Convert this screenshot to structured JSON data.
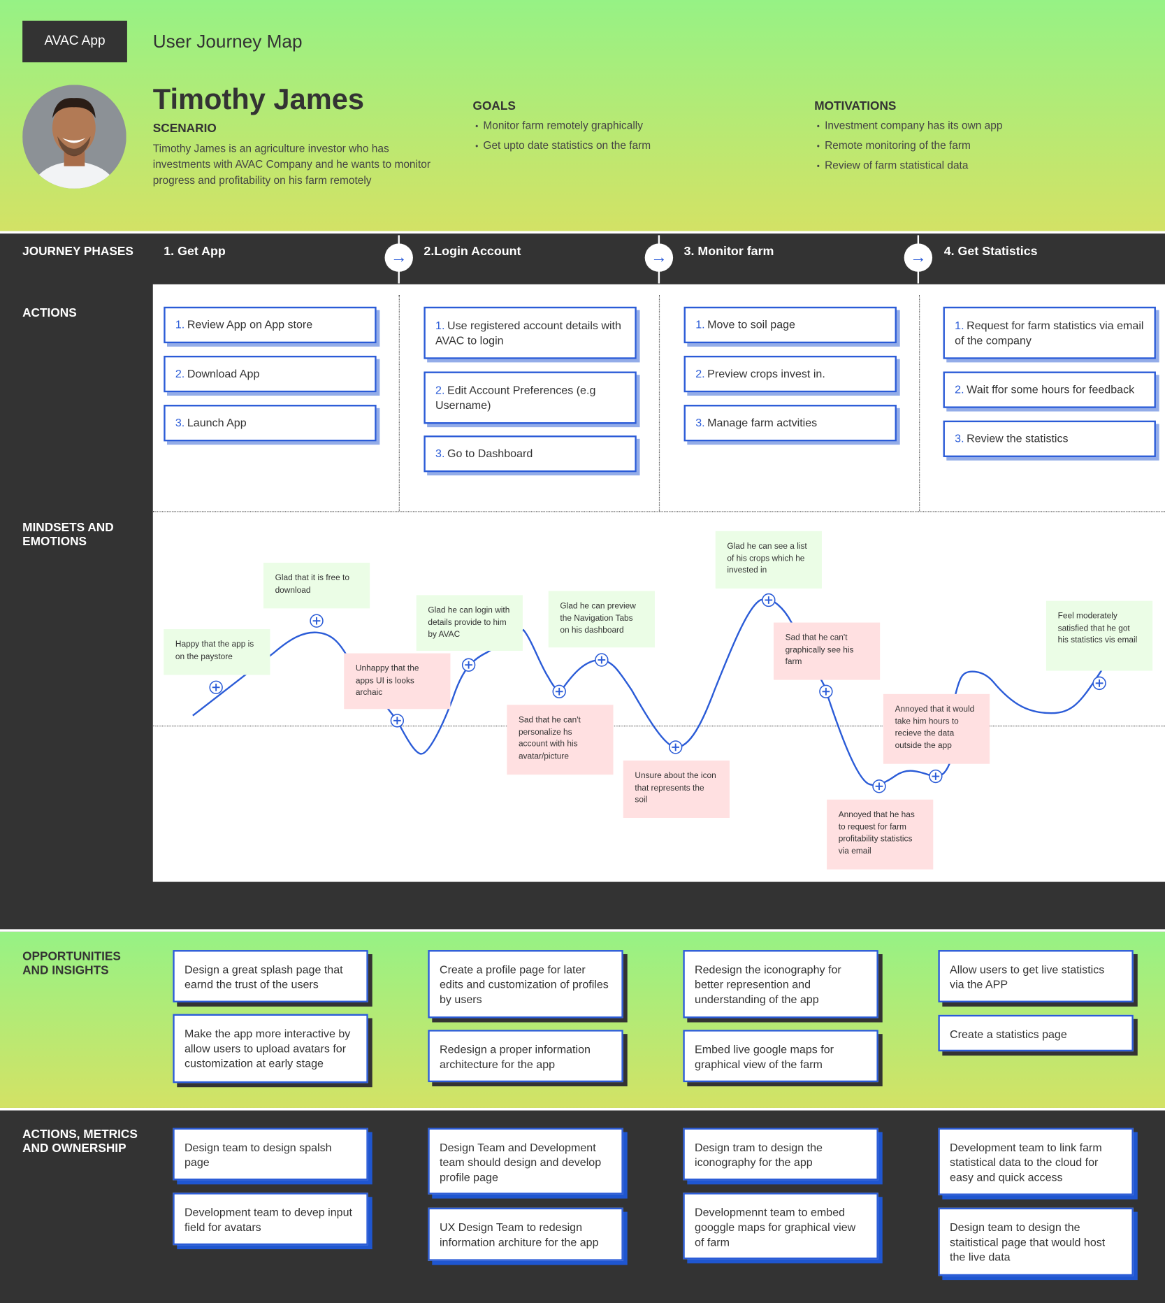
{
  "header": {
    "brand": "AVAC App",
    "title": "User Journey Map"
  },
  "persona": {
    "name": "Timothy James",
    "scenario_label": "SCENARIO",
    "scenario": "Timothy James is an agriculture investor who has investments with AVAC Company and he wants to monitor progress and profitability on his farm remotely"
  },
  "goals": {
    "label": "GOALS",
    "items": [
      "Monitor farm remotely graphically",
      "Get upto date statistics on the farm"
    ]
  },
  "motivations": {
    "label": "MOTIVATIONS",
    "items": [
      "Investment company has its own app",
      "Remote monitoring of the farm",
      "Review of farm statistical data"
    ]
  },
  "rows": {
    "phases": "JOURNEY PHASES",
    "actions": "ACTIONS",
    "mindsets": "MINDSETS AND EMOTIONS",
    "opportunities": "OPPORTUNITIES AND INSIGHTS",
    "ownership": "ACTIONS, METRICS AND OWNERSHIP"
  },
  "phases": [
    "1. Get App",
    "2.Login Account",
    "3. Monitor farm",
    "4. Get Statistics"
  ],
  "actions": [
    [
      {
        "n": "1.",
        "t": "Review App on App store"
      },
      {
        "n": "2.",
        "t": "Download App"
      },
      {
        "n": "3.",
        "t": "Launch App"
      }
    ],
    [
      {
        "n": "1.",
        "t": "Use registered account details with AVAC to login"
      },
      {
        "n": "2.",
        "t": "Edit Account Preferences (e.g Username)"
      },
      {
        "n": "3.",
        "t": "Go to Dashboard"
      }
    ],
    [
      {
        "n": "1.",
        "t": "Move to soil page"
      },
      {
        "n": "2.",
        "t": "Preview crops invest in."
      },
      {
        "n": "3.",
        "t": "Manage farm actvities"
      }
    ],
    [
      {
        "n": "1.",
        "t": "Request for farm statistics via email of the company"
      },
      {
        "n": "2.",
        "t": "Wait ffor some hours for feedback"
      },
      {
        "n": "3.",
        "t": "Review the statistics"
      }
    ]
  ],
  "emotions": [
    {
      "t": "Happy that the app is on the paystore",
      "mood": "positive"
    },
    {
      "t": "Glad that it is free to download",
      "mood": "positive"
    },
    {
      "t": "Unhappy that the apps UI is  looks archaic",
      "mood": "negative"
    },
    {
      "t": "Glad  he  can  login with details provide to him by AVAC",
      "mood": "positive"
    },
    {
      "t": "Sad that he can't personalize hs account with his avatar/picture",
      "mood": "negative"
    },
    {
      "t": "Glad he can preview the  Navigation Tabs on his dashboard",
      "mood": "positive"
    },
    {
      "t": "Unsure about the icon that represents the soil",
      "mood": "negative"
    },
    {
      "t": "Glad he can see a list of his crops which he invested in",
      "mood": "positive"
    },
    {
      "t": "Sad that he can't graphically see his farm",
      "mood": "negative"
    },
    {
      "t": "Annoyed that it would take him hours to recieve the data outside the app",
      "mood": "negative"
    },
    {
      "t": "Annoyed that he has to request for farm profitability statistics via email",
      "mood": "negative"
    },
    {
      "t": "Feel moderately satisfied that he got his statistics vis email",
      "mood": "positive"
    }
  ],
  "opportunities": [
    [
      "Design a great splash page that earnd the trust of the users",
      "Make the app more interactive by allow users to upload avatars for customization at early stage"
    ],
    [
      "Create a profile page for later edits and customization of profiles by users",
      "Redesign a proper information architecture for the app"
    ],
    [
      "Redesign the iconography for better represention and understanding of the app",
      "Embed live google maps for graphical view of the farm"
    ],
    [
      "Allow users to get live statistics via the APP",
      "Create a statistics page"
    ]
  ],
  "ownership": [
    [
      "Design team to design spalsh page",
      "Development team to devep input field for avatars"
    ],
    [
      "Design Team and Development team should design and develop profile page",
      "UX Design Team to redesign information architure for the app"
    ],
    [
      "Design tram to design the iconography for the app",
      "Developmennt team to embed googgle maps for graphical view of farm"
    ],
    [
      "Development team to link farm statistical data to the cloud for easy and quick access",
      "Design team to design the staitistical page that would host the live data"
    ]
  ],
  "colors": {
    "accent": "#2a5bd7",
    "dark": "#333333",
    "positive": "#ebfde6",
    "negative": "#ffe0e1"
  }
}
